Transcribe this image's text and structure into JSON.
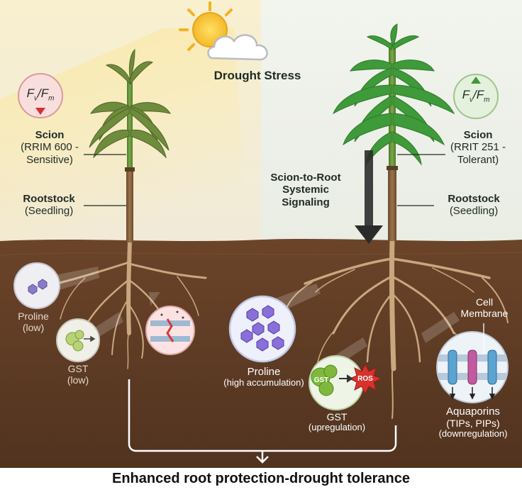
{
  "title": "Drought Stress",
  "footer": "Enhanced root protection-drought tolerance",
  "left_plant": {
    "fvfm": {
      "numerator": "F",
      "num_sub": "v",
      "slash": "/",
      "denominator": "F",
      "den_sub": "m",
      "trend": "down"
    },
    "scion_label": "Scion",
    "scion_detail_line1": "(RRIM 600 -",
    "scion_detail_line2": "Sensitive)",
    "rootstock_label": "Rootstock",
    "rootstock_detail": "(Seedling)",
    "proline_label": "Proline",
    "proline_level": "(low)",
    "gst_label": "GST",
    "gst_level": "(low)"
  },
  "right_plant": {
    "fvfm": {
      "numerator": "F",
      "num_sub": "v",
      "slash": "/",
      "denominator": "F",
      "den_sub": "m",
      "trend": "up"
    },
    "scion_label": "Scion",
    "scion_detail_line1": "(RRIT 251 -",
    "scion_detail_line2": "Tolerant)",
    "rootstock_label": "Rootstock",
    "rootstock_detail": "(Seedling)",
    "signaling_line1": "Scion-to-Root",
    "signaling_line2": "Systemic",
    "signaling_line3": "Signaling",
    "proline_label": "Proline",
    "proline_level": "(high accumulation)",
    "gst_badge": "GST",
    "ros_badge": "ROS",
    "gst_label": "GST",
    "gst_level": "(upregulation)",
    "membrane_line1": "Cell",
    "membrane_line2": "Membrane",
    "aquaporin_label": "Aquaporins",
    "aquaporin_types": "(TIPs, PIPs)",
    "aquaporin_level": "(downregulation)"
  },
  "colors": {
    "soil": "#5a3a24",
    "leaf_wilted": "#6f8b3c",
    "leaf_healthy": "#3f9a3a",
    "root": "#c9a77f",
    "arrow": "#2b2b2b",
    "sky_left": "#f6efd2",
    "sky_right": "#eef2ea"
  },
  "icons": [
    "sun-icon",
    "cloud-icon",
    "down-arrow-icon",
    "up-arrow-icon",
    "proline-molecule-icon",
    "gst-enzyme-icon",
    "ros-burst-icon",
    "aquaporin-channel-icon"
  ]
}
